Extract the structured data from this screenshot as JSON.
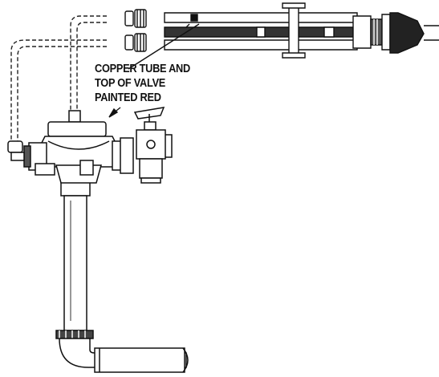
{
  "callout": {
    "lines": [
      "COPPER TUBE AND",
      "TOP OF VALVE",
      "PAINTED RED"
    ]
  }
}
